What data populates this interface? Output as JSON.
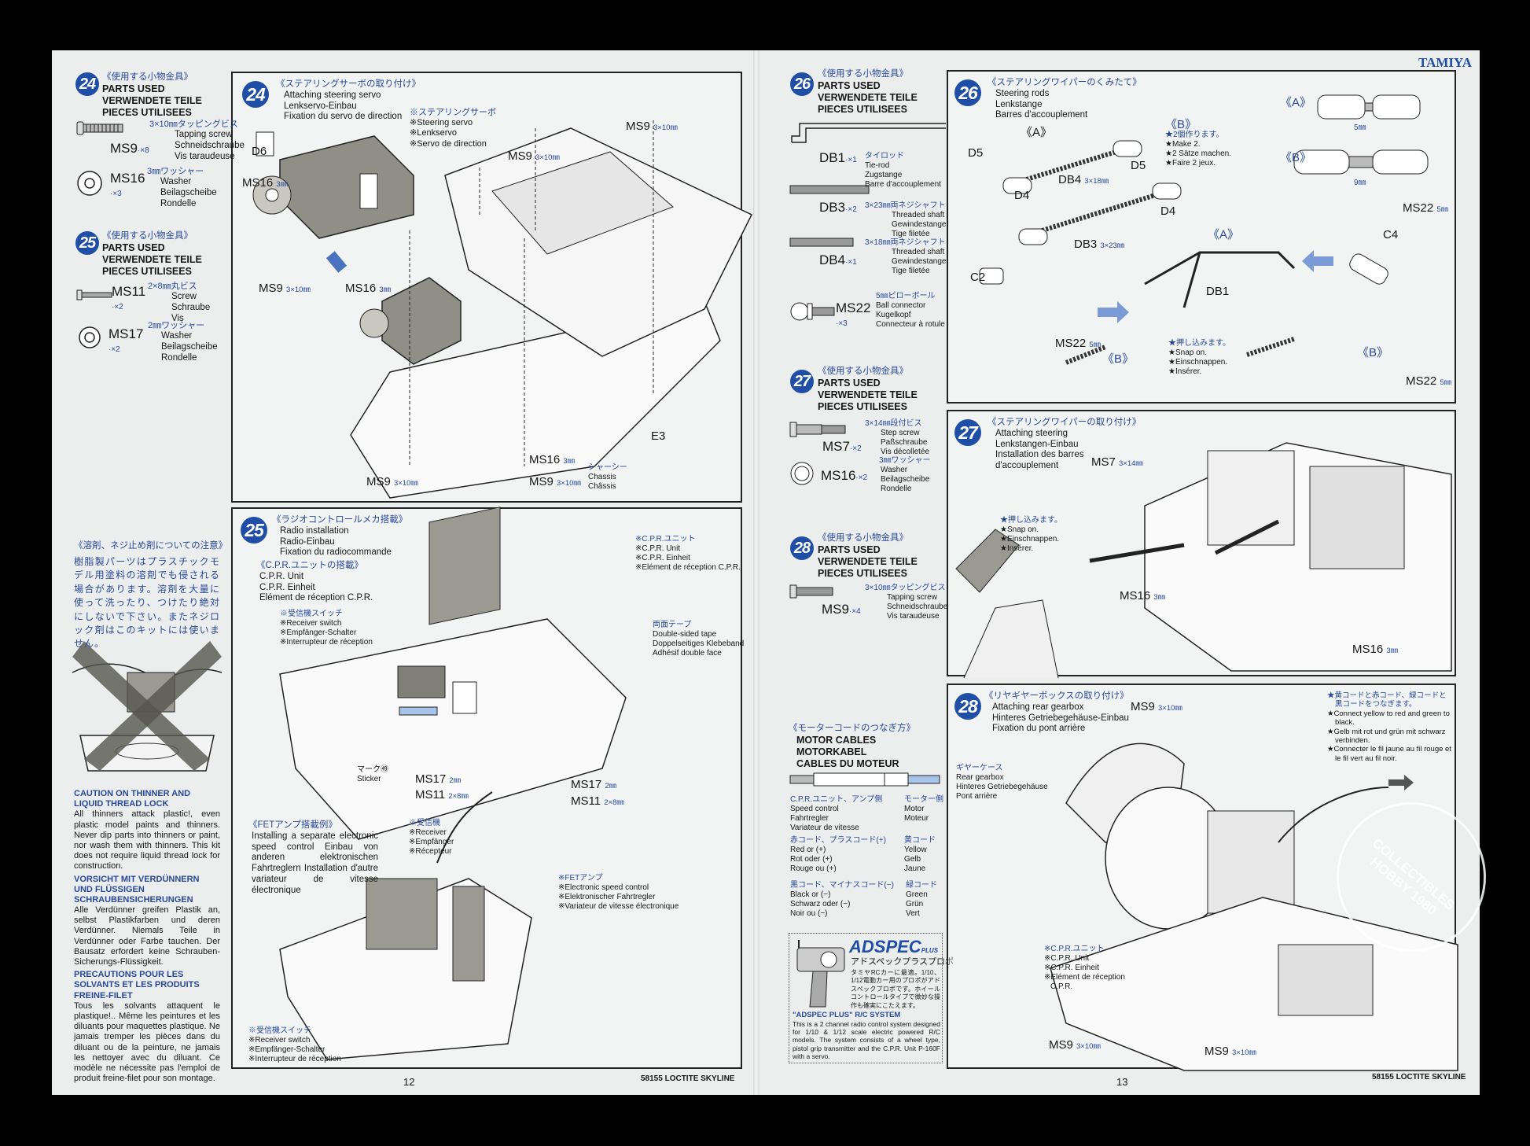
{
  "brand": "TAMIYA",
  "footer": {
    "left_page": "12",
    "left_code": "58155 LOCTITE SKYLINE",
    "right_page": "13",
    "right_code": "58155 LOCTITE SKYLINE"
  },
  "watermark": "COLLECTIBLES HOBBY 1980",
  "parts_header": {
    "jp": "《使用する小物金具》",
    "en": "PARTS USED",
    "de": "VERWENDETE TEILE",
    "fr": "PIECES UTILISEES"
  },
  "parts24": {
    "step": "24",
    "items": [
      {
        "code": "MS9",
        "qty": "·×8",
        "jp": "3×10㎜タッピングビス",
        "names": [
          "Tapping screw",
          "Schneidschraube",
          "Vis taraudeuse"
        ]
      },
      {
        "code": "MS16",
        "qty": "·×3",
        "jp": "3㎜ワッシャー",
        "names": [
          "Washer",
          "Beilagscheibe",
          "Rondelle"
        ]
      }
    ]
  },
  "parts25": {
    "step": "25",
    "items": [
      {
        "code": "MS11",
        "qty": "·×2",
        "jp": "2×8㎜丸ビス",
        "names": [
          "Screw",
          "Schraube",
          "Vis"
        ]
      },
      {
        "code": "MS17",
        "qty": "·×2",
        "jp": "2㎜ワッシャー",
        "names": [
          "Washer",
          "Beilagscheibe",
          "Rondelle"
        ]
      }
    ]
  },
  "caution": {
    "jp_title": "《溶剤、ネジ止め剤についての注意》",
    "jp_body": "樹脂製パーツはプラスチックモデル用塗料の溶剤でも侵される場合があります。溶剤を大量に使って洗ったり、つけたり絶対にしないで下さい。またネジロック剤はこのキットには使いません。",
    "sections": [
      {
        "title": "CAUTION ON THINNER AND LIQUID THREAD LOCK",
        "body": "All thinners attack plastic!, even plastic model paints and thinners. Never dip parts into thinners or paint, nor wash them with thinners. This kit does not require liquid thread lock for construction."
      },
      {
        "title": "VORSICHT MIT VERDÜNNERN UND FLÜSSIGEN SCHRAUBENSICHERUNGEN",
        "body": "Alle Verdünner greifen Plastik an, selbst Plastikfarben und deren Verdünner. Niemals Teile in Verdünner oder Farbe tauchen. Der Bausatz erfordert keine Schrauben-Sicherungs-Flüssigkeit."
      },
      {
        "title": "PRECAUTIONS POUR LES SOLVANTS ET LES PRODUITS FREINE-FILET",
        "body": "Tous les solvants attaquent le plastique!.. Même les peintures et les diluants pour maquettes plastique. Ne jamais tremper les pièces dans du diluant ou de la peinture, ne jamais les nettoyer avec du diluant. Ce modèle ne nécessite pas l'emploi de produit freine-filet pour son montage."
      }
    ]
  },
  "step24": {
    "num": "24",
    "jp": "《ステアリングサーボの取り付け》",
    "lines": [
      "Attaching steering servo",
      "Lenkservo-Einbau",
      "Fixation du servo de direction"
    ],
    "servo_note": [
      "※ステアリングサーボ",
      "※Steering servo",
      "※Lenkservo",
      "※Servo de direction"
    ],
    "d6": "D6",
    "e3": "E3",
    "ms9": "MS9",
    "ms16": "MS16",
    "size_ms9": "3×10㎜",
    "size_ms16": "3㎜",
    "chassis": [
      "シャーシー",
      "Chassis",
      "Châssis"
    ]
  },
  "step25": {
    "num": "25",
    "jp": "《ラジオコントロールメカ搭載》",
    "lines": [
      "Radio installation",
      "Radio-Einbau",
      "Fixation du radiocommande"
    ],
    "cpr_jp": "《C.P.R.ユニットの搭載》",
    "cpr_lines": [
      "C.P.R. Unit",
      "C.P.R. Einheit",
      "Elément de réception C.P.R."
    ],
    "switch_note": [
      "※受信機スイッチ",
      "※Receiver switch",
      "※Empfänger-Schalter",
      "※Interrupteur de réception"
    ],
    "cpr_note": [
      "※C.P.R.ユニット",
      "※C.P.R. Unit",
      "※C.P.R. Einheit",
      "※Elément de réception C.P.R."
    ],
    "tape_note": [
      "両面テープ",
      "Double-sided tape",
      "Doppelseitiges Klebeband",
      "Adhésif double face"
    ],
    "sticker": [
      "マーク㊾",
      "Sticker"
    ],
    "ms17": "MS17",
    "ms11": "MS11",
    "size_ms17": "2㎜",
    "size_ms11": "2×8㎜",
    "fet_jp": "《FETアンプ搭載例》",
    "fet_body": "Installing a separate electronic speed control Einbau von anderen elektronischen Fahrtreglern Installation d'autre variateur de vitesse électronique",
    "receiver_note": [
      "※受信機",
      "※Receiver",
      "※Empfänger",
      "※Récepteur"
    ],
    "fet_note": [
      "※FETアンプ",
      "※Electronic speed control",
      "※Elektronischer Fahrtregler",
      "※Variateur de vitesse électronique"
    ],
    "switch_note2": [
      "※受信機スイッチ",
      "※Receiver switch",
      "※Empfänger-Schalter",
      "※Interrupteur de réception"
    ]
  },
  "parts26": {
    "step": "26",
    "items": [
      {
        "code": "DB1",
        "qty": "·×1",
        "jp": "タイロッド",
        "names": [
          "Tie-rod",
          "Zugstange",
          "Barre d'accouplement"
        ]
      },
      {
        "code": "DB3",
        "qty": "·×2",
        "jp": "3×23㎜両ネジシャフト",
        "names": [
          "Threaded shaft",
          "Gewindestange",
          "Tige filetée"
        ]
      },
      {
        "code": "DB4",
        "qty": "·×1",
        "jp": "3×18㎜両ネジシャフト",
        "names": [
          "Threaded shaft",
          "Gewindestange",
          "Tige filetée"
        ]
      },
      {
        "code": "MS22",
        "qty": "·×3",
        "jp": "5㎜ピローボール",
        "names": [
          "Ball connector",
          "Kugelkopf",
          "Connecteur à rotule"
        ]
      }
    ]
  },
  "parts27": {
    "step": "27",
    "items": [
      {
        "code": "MS7",
        "qty": "·×2",
        "jp": "3×14㎜段付ビス",
        "names": [
          "Step screw",
          "Paßschraube",
          "Vis décolletée"
        ]
      },
      {
        "code": "MS16",
        "qty": "·×2",
        "jp": "3㎜ワッシャー",
        "names": [
          "Washer",
          "Beilagscheibe",
          "Rondelle"
        ]
      }
    ]
  },
  "parts28": {
    "step": "28",
    "items": [
      {
        "code": "MS9",
        "qty": "·×4",
        "jp": "3×10㎜タッピングビス",
        "names": [
          "Tapping screw",
          "Schneidschraube",
          "Vis taraudeuse"
        ]
      }
    ]
  },
  "motor": {
    "jp": "《モーターコードのつなぎ方》",
    "lines": [
      "MOTOR CABLES",
      "MOTORKABEL",
      "CABLES DU MOTEUR"
    ],
    "left_jp": "C.P.R.ユニット、アンプ側",
    "left": [
      "Speed control",
      "Fahrtregler",
      "Variateur de vitesse"
    ],
    "right_jp": "モーター側",
    "right": [
      "Motor",
      "Moteur"
    ],
    "red_jp": "赤コード、プラスコード(+)",
    "red": [
      "Red or (+)",
      "Rot oder (+)",
      "Rouge ou (+)"
    ],
    "yellow_jp": "黄コード",
    "yellow": [
      "Yellow",
      "Gelb",
      "Jaune"
    ],
    "black_jp": "黒コード、マイナスコード(−)",
    "black": [
      "Black or (−)",
      "Schwarz oder (−)",
      "Noir ou (−)"
    ],
    "green_jp": "緑コード",
    "green": [
      "Green",
      "Grün",
      "Vert"
    ]
  },
  "adspec": {
    "logo": "ADSPEC",
    "logo_plus": "PLUS",
    "jp_title": "アドスペックプラスプロポ",
    "jp_body": "タミヤRCカーに最適。1/10、1/12電動カー用のプロポがアドスペックプロポです。ホイールコントロールタイプで微妙な操作も確実にこたえます。",
    "title": "\"ADSPEC PLUS\" R/C SYSTEM",
    "body": "This is a 2 channel radio control system designed for 1/10 & 1/12 scale electric powered R/C models. The system consists of a wheel type, pistol grip transmitter and the C.P.R. Unit P-160F with a servo."
  },
  "step26": {
    "num": "26",
    "jp": "《ステアリングワイパーのくみたて》",
    "lines": [
      "Steering rods",
      "Lenkstange",
      "Barres d'accouplement"
    ],
    "a": "《A》",
    "b": "《B》",
    "make_note": [
      "★2個作ります。",
      "★Make 2.",
      "★2 Sätze machen.",
      "★Faire 2 jeux."
    ],
    "snap_note": [
      "★押し込みます。",
      "★Snap on.",
      "★Einschnappen.",
      "★Insérer."
    ],
    "d4": "D4",
    "d5": "D5",
    "db1": "DB1",
    "db3": "DB3",
    "db4": "DB4",
    "c2": "C2",
    "c4": "C4",
    "ms22": "MS22",
    "size_db3": "3×23㎜",
    "size_db4": "3×18㎜",
    "size_ms22": "5㎜",
    "gap_a": "5㎜",
    "gap_b": "9㎜"
  },
  "step27": {
    "num": "27",
    "jp": "《ステアリングワイパーの取り付け》",
    "lines": [
      "Attaching steering",
      "Lenkstangen-Einbau",
      "Installation des barres",
      "d'accouplement"
    ],
    "ms7": "MS7",
    "size_ms7": "3×14㎜",
    "ms16": "MS16",
    "size_ms16": "3㎜",
    "snap_note": [
      "★押し込みます。",
      "★Snap on.",
      "★Einschnappen.",
      "★Insérer."
    ]
  },
  "step28": {
    "num": "28",
    "jp": "《リヤギヤーボックスの取り付け》",
    "lines": [
      "Attaching rear gearbox",
      "Hinteres Getriebegehäuse-Einbau",
      "Fixation du pont arrière"
    ],
    "ms9": "MS9",
    "size_ms9": "3×10㎜",
    "gear_note": [
      "ギヤーケース",
      "Rear gearbox",
      "Hinteres Getriebegehäuse",
      "Pont arrière"
    ],
    "connect_note": [
      "★黄コードと赤コード、緑コードと",
      "黒コードをつなぎます。",
      "★Connect yellow to red and green to",
      "black.",
      "★Gelb mit rot und grün mit schwarz",
      "verbinden.",
      "★Connecter le fil jaune au fil rouge et",
      "le fil vert au fil noir."
    ],
    "cpr_note": [
      "※C.P.R.ユニット",
      "※C.P.R. Unit",
      "※C.P.R. Einheit",
      "※Elément de réception",
      "C.P.R."
    ]
  }
}
